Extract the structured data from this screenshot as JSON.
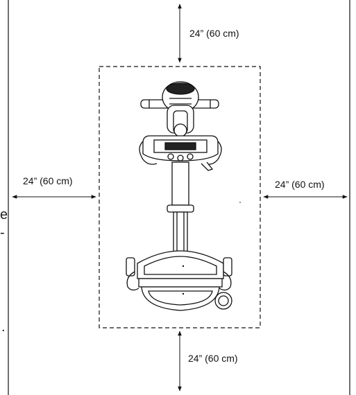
{
  "figure": {
    "clearance_top": "24” (60 cm)",
    "clearance_bottom": "24” (60 cm)",
    "clearance_left": "24” (60 cm)",
    "clearance_right": "24” (60 cm)",
    "cut_text_1": "e",
    "cut_text_2": "-",
    "cut_text_3": "."
  }
}
